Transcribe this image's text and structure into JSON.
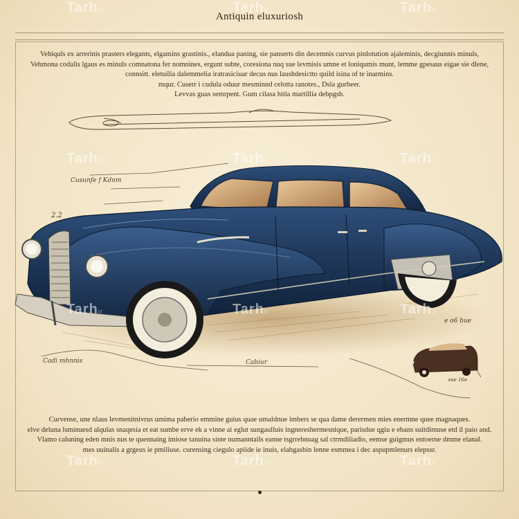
{
  "page": {
    "title": "Antiquin eluxuriosh"
  },
  "intro_text": [
    "Vehiquls ex arrerinis prasters elegants, elgamins grastinis.,  elandua paning, sie panserts din decemnis curvus pinlotution ajaleminis, decgiunnis minuls,",
    "Vehmona codalis lgaus es minuls comnatona fer nomnines, ergunt subte, coresiona nuq sue levmisis umne et loniqumis munt, lemme gpesaus eigae sie dlene,",
    "connsitt.  eletuilia dalemmelia iratrasiciuar decus nus laushdesictto quild isina of te inarmins.",
    "mqur. Cuserr i cudula oduur mesminnd celotta ranotes., Dsla gurbeer.",
    "Levvas guas semrpent. Gum cilasa hitla martillia debpgsb."
  ],
  "outro_text": [
    "Curvense, une nlaus levmenitnivrus umima paberio emmine guius quae umaldnue imbers se qua dame derermen  mies enermne quee magnaques.",
    "elve deluna lsminuesd alqulas snaqesia et eat sumbe erve ek a vinne ai eglut sungaulluis ingnereshermesnique, parisdue qgiu e ebans suitdimuse etd il paio and.",
    "Vlamo caluning eden mnis nus te quennaing imiose tanuina sinte numanntails eanne tsgrrebnuag sal ctrmdiliadio, eemse guigmus entoerne dmme elanal.",
    "mes uuinalis a grgeus ie pmiliuse. curensing ciegulo apiide ie inuis, elahgasbin lenne esmmea i dec aspupmlenurs elepssr."
  ],
  "annotations": {
    "left_upper": "Cusunfe f Kdnm",
    "left_mark": "2.2",
    "left_lower": "Cadi mhnnis",
    "center_lower": "Cabiur",
    "right_lower": "e o6 bue",
    "right_small": "ese 16e"
  },
  "watermark": {
    "brand": "Tarh",
    "suffix": "ir"
  },
  "colors": {
    "paper": "#f4e9cf",
    "car_body": "#1d3556",
    "ink": "#3a2c1c",
    "chrome": "#d9d2c2"
  }
}
